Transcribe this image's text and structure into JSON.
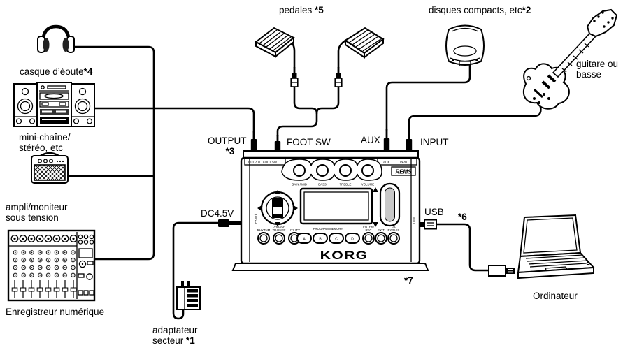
{
  "labels": {
    "headphones": "casque d’éoute",
    "headphones_ref": "*4",
    "stereo_1": "mini-chaîne/",
    "stereo_2": "stéréo, etc",
    "amp_1": "ampli/moniteur",
    "amp_2": "sous tension",
    "recorder": "Enregistreur numérique",
    "pedals": "pedales ",
    "pedals_ref": "*5",
    "cd": "disques compacts, etc",
    "cd_ref": "*2",
    "guitar_1": "guitare ou",
    "guitar_2": "basse",
    "computer": "Ordinateur",
    "adapter_1": "adaptateur",
    "adapter_2": "secteur ",
    "adapter_ref": "*1",
    "note_3": "*3",
    "note_6": "*6",
    "note_7": "*7"
  },
  "ports": {
    "output": "OUTPUT",
    "foot_sw": "FOOT SW",
    "aux": "AUX",
    "input": "INPUT",
    "dc": "DC4.5V",
    "usb": "USB"
  },
  "device": {
    "brand": "KORG",
    "logo_rems": "REMS",
    "side_label_left": "PXmini",
    "side_label_right": "USB",
    "jack_output": "OUTPUT",
    "jack_footsw": "FOOT SW",
    "jack_aux": "AUX",
    "jack_input": "INPUT",
    "knobs": [
      "GAIN / MID",
      "BASS",
      "TREBLE",
      "VOLUME"
    ],
    "buttons_left": [
      "RHYTHM",
      "PHRASE",
      "TRAINER",
      "UTILITY"
    ],
    "program_memory": "PROGRAM MEMORY",
    "memory_buttons": [
      "A",
      "B",
      "C",
      "D"
    ],
    "buttons_right": [
      "ENTER/",
      "REC",
      "EXIT",
      "TAP",
      "BYPASS"
    ]
  }
}
